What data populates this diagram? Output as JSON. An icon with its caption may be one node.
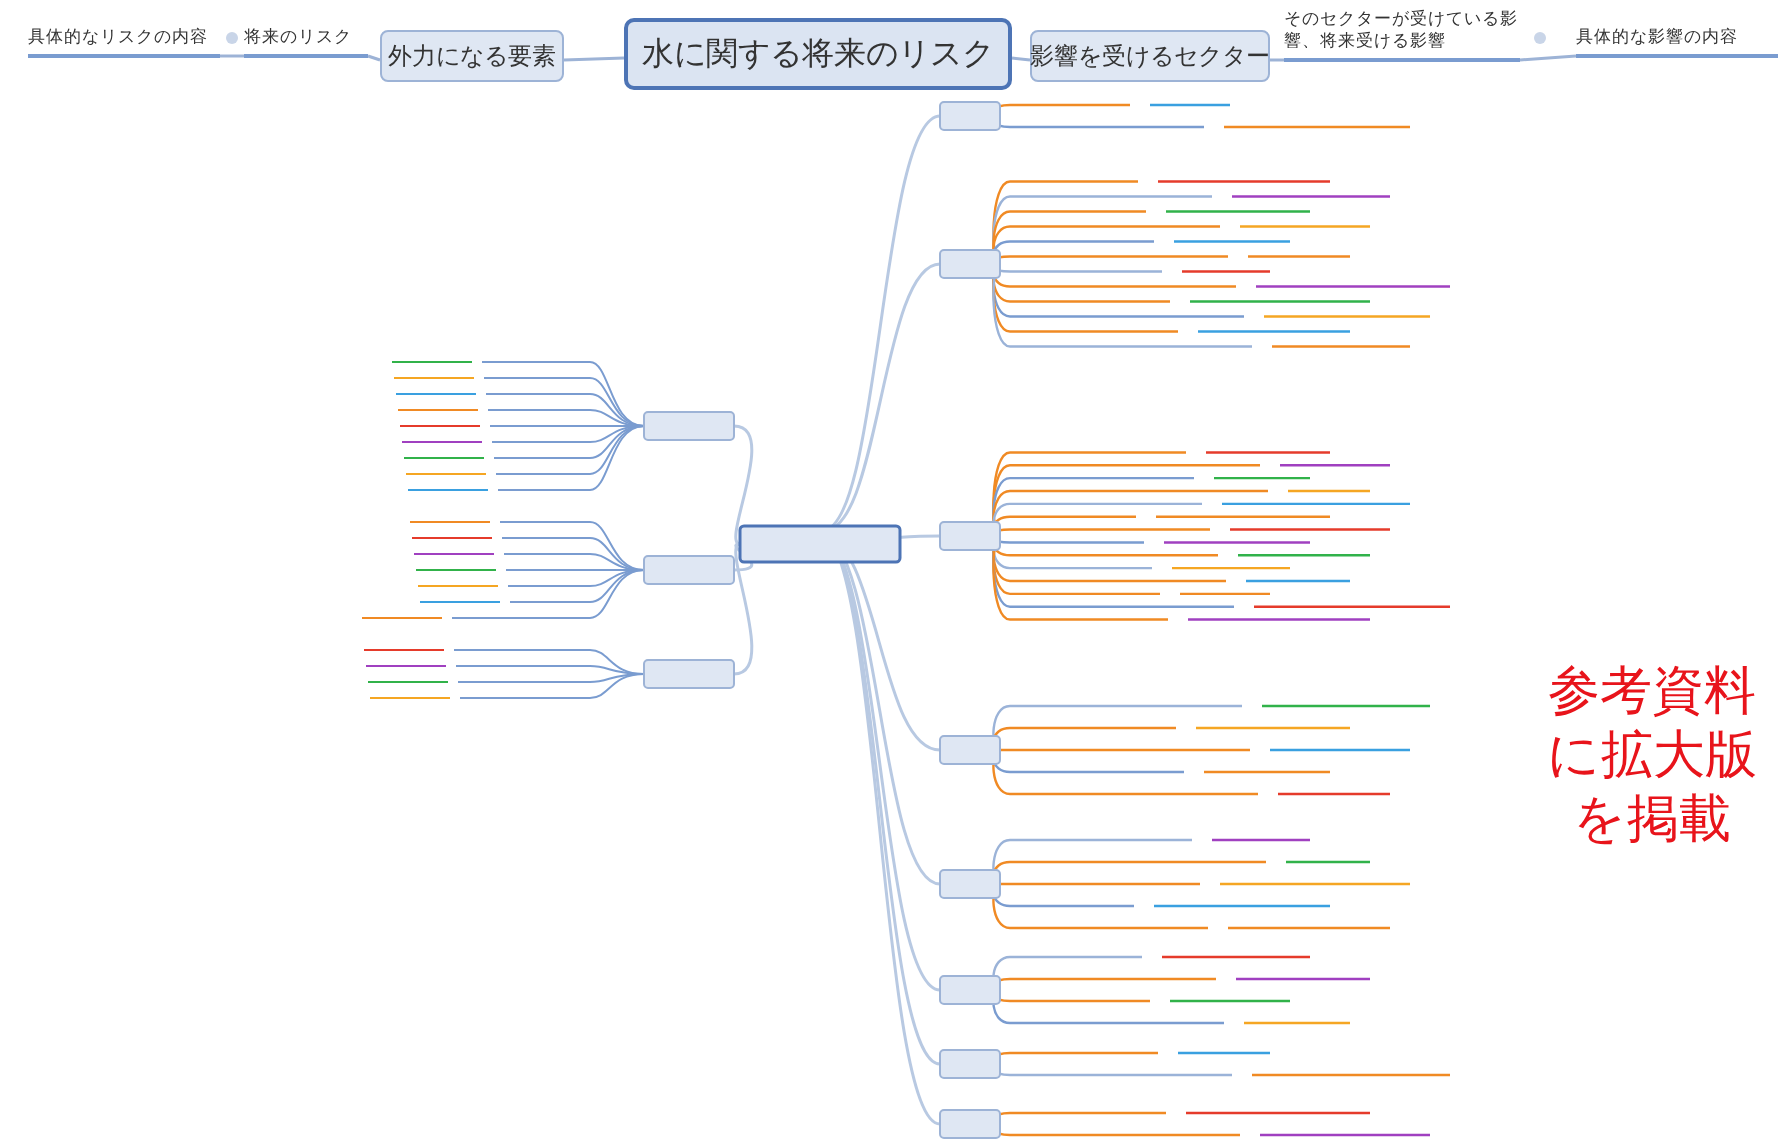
{
  "diagram": {
    "nodes": [
      {
        "text": [
          "水に関する将来のリスク"
        ]
      },
      {
        "text": [
          "外力になる要素"
        ]
      },
      {
        "text": [
          "影響を受けるセクター"
        ]
      },
      {
        "text": [
          "将来のリスク"
        ]
      },
      {
        "text": [
          "具体的なリスクの内容"
        ]
      },
      {
        "text": [
          "そのセクターが受けている影響、将来受ける影響"
        ]
      },
      {
        "text": [
          "具体的な影響の内容"
        ]
      }
    ],
    "edges": [
      {
        "from": 0,
        "to": 1,
        "arrow": "none"
      },
      {
        "from": 0,
        "to": 2,
        "arrow": "none"
      },
      {
        "from": 1,
        "to": 3,
        "arrow": "none"
      },
      {
        "from": 3,
        "to": 4,
        "arrow": "none"
      },
      {
        "from": 2,
        "to": 5,
        "arrow": "none"
      },
      {
        "from": 5,
        "to": 6,
        "arrow": "none"
      }
    ],
    "labels": [
      "参考資料に拡大版を掲載"
    ]
  }
}
